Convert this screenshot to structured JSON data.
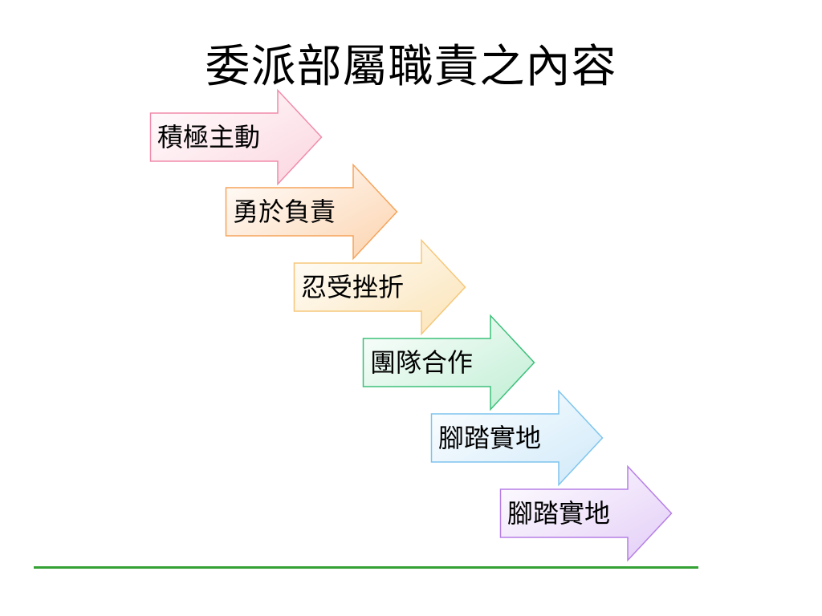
{
  "slide": {
    "title": "委派部屬職責之內容"
  },
  "arrows": [
    {
      "label": "積極主動",
      "color": "#f08cab",
      "fill_light": "#ffffff",
      "fill_dark": "#fbd5df"
    },
    {
      "label": "勇於負責",
      "color": "#f5a35b",
      "fill_light": "#ffffff",
      "fill_dark": "#fcd3ae"
    },
    {
      "label": "忍受挫折",
      "color": "#f5c77a",
      "fill_light": "#ffffff",
      "fill_dark": "#fbe3b6"
    },
    {
      "label": "團隊合作",
      "color": "#3cc07a",
      "fill_light": "#ffffff",
      "fill_dark": "#bfeed3"
    },
    {
      "label": "腳踏實地",
      "color": "#7ec4ee",
      "fill_light": "#ffffff",
      "fill_dark": "#cfe9f9"
    },
    {
      "label": "腳踏實地",
      "color": "#b67ee6",
      "fill_light": "#ffffff",
      "fill_dark": "#e3cdf7"
    }
  ],
  "footer": {
    "line_color": "#33a133"
  }
}
